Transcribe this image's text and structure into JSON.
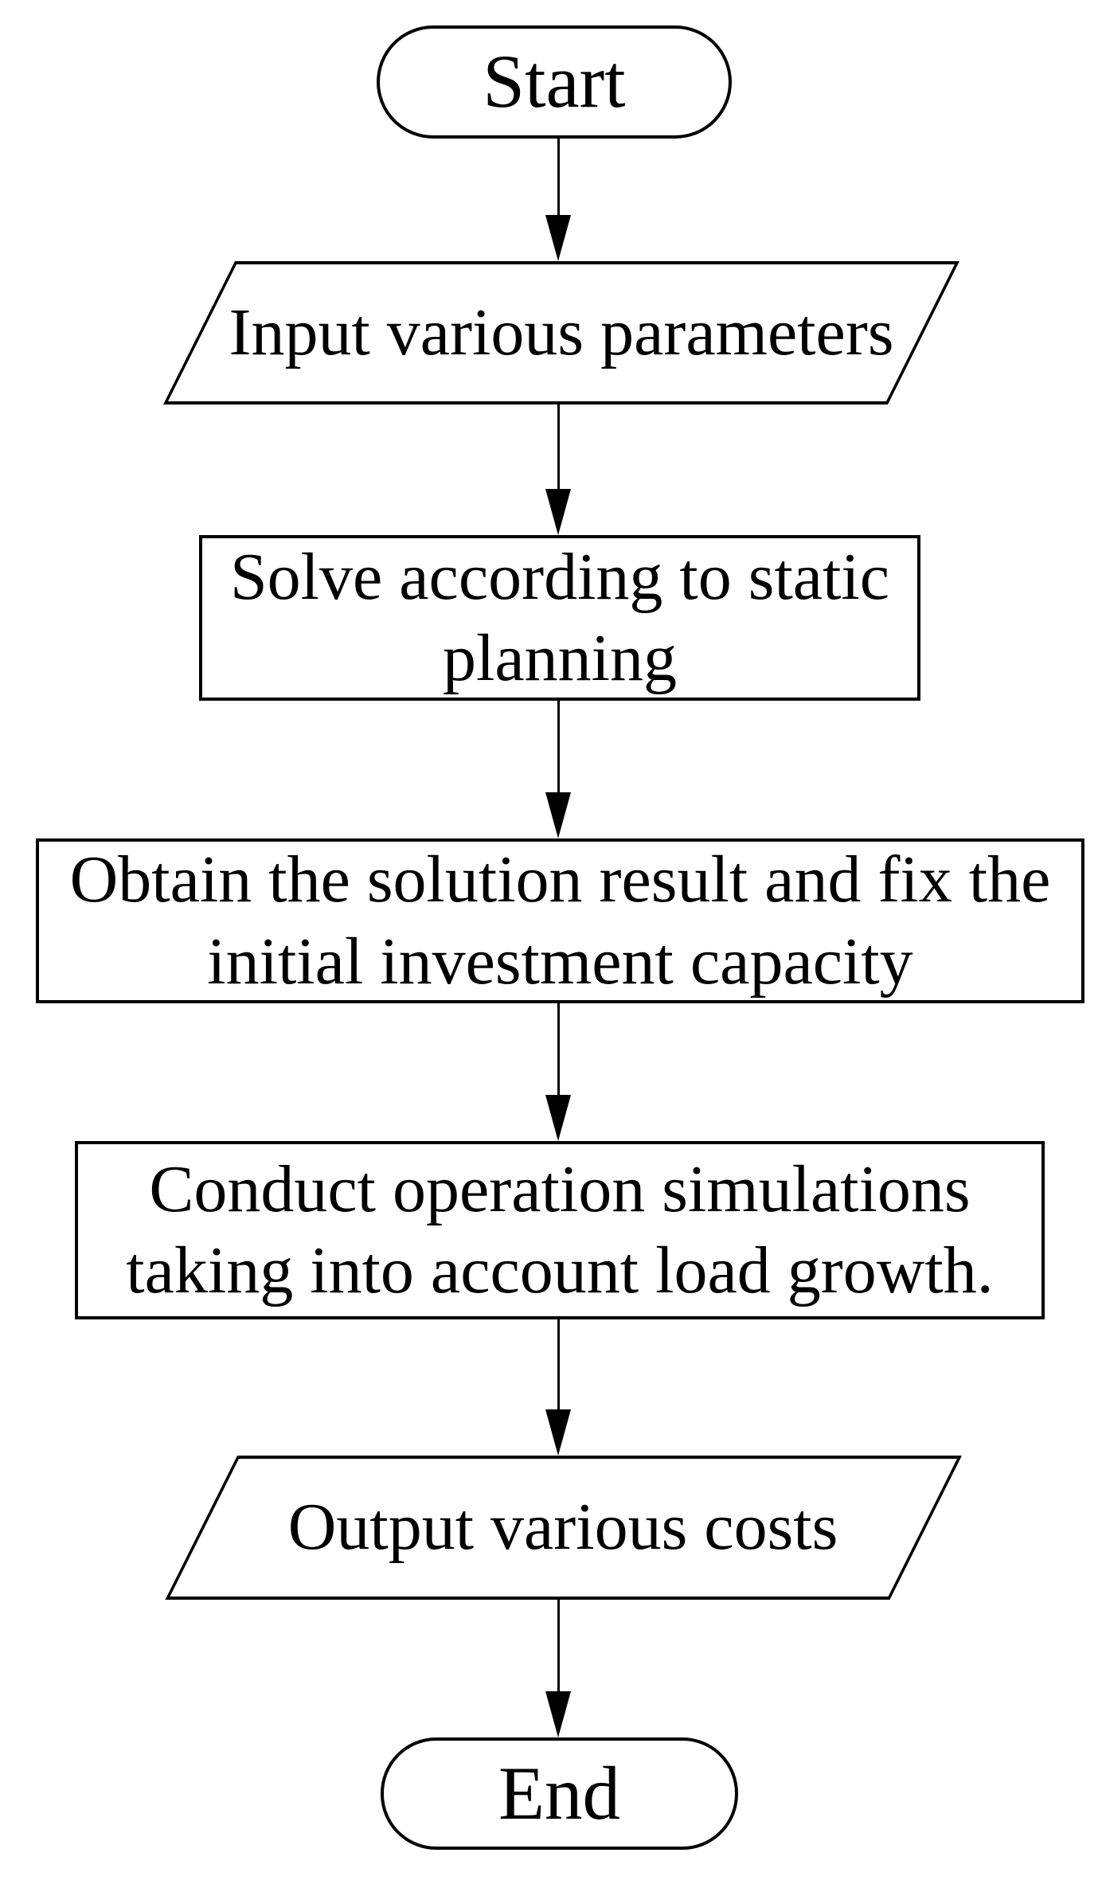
{
  "figure": {
    "title": "Static planning flowchart",
    "background_color": "#ffffff",
    "stroke_color": "#000000",
    "text_color": "#000000"
  },
  "nodes": [
    {
      "id": "start",
      "type": "terminator",
      "label": "Start"
    },
    {
      "id": "input",
      "type": "input-output",
      "label": "Input various parameters"
    },
    {
      "id": "solve",
      "type": "process",
      "label": "Solve according to static\nplanning"
    },
    {
      "id": "obtain",
      "type": "process",
      "label": "Obtain the solution result and fix the\ninitial investment capacity"
    },
    {
      "id": "simulate",
      "type": "process",
      "label": "Conduct operation simulations\ntaking into account load growth."
    },
    {
      "id": "output",
      "type": "input-output",
      "label": "Output various costs"
    },
    {
      "id": "end",
      "type": "terminator",
      "label": "End"
    }
  ],
  "edges": [
    {
      "from": "start",
      "to": "input",
      "direction": "down"
    },
    {
      "from": "input",
      "to": "solve",
      "direction": "down"
    },
    {
      "from": "solve",
      "to": "obtain",
      "direction": "down"
    },
    {
      "from": "obtain",
      "to": "simulate",
      "direction": "down"
    },
    {
      "from": "simulate",
      "to": "output",
      "direction": "down"
    },
    {
      "from": "output",
      "to": "end",
      "direction": "down"
    }
  ]
}
